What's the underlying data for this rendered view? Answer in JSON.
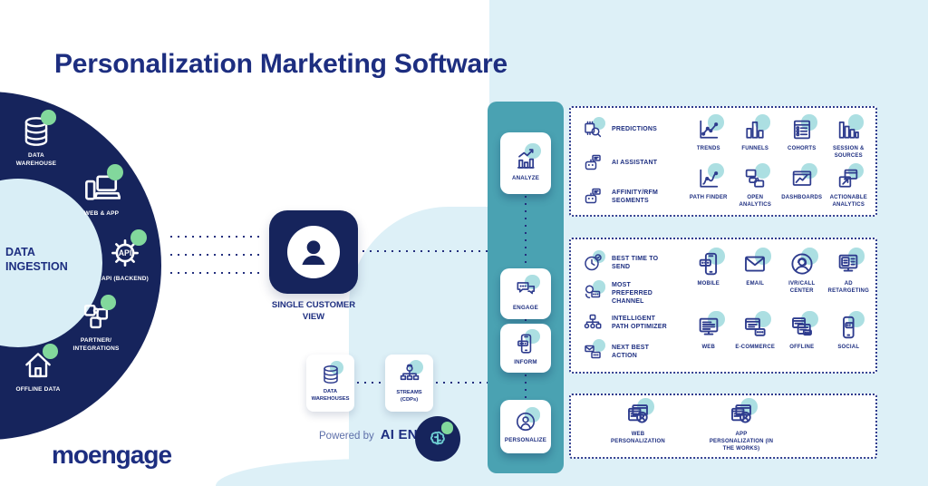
{
  "title": "Personalization Marketing Software",
  "brand": {
    "logo_text": "moengage"
  },
  "colors": {
    "navy": "#16245c",
    "label_navy": "#1d2e80",
    "teal_bar": "#4aa2b2",
    "green_badge": "#82d89c",
    "teal_accent": "#79ccd1",
    "light_blue": "#ddf0f7"
  },
  "ingestion": {
    "title": "DATA\nINGESTION",
    "items": [
      {
        "label": "DATA\nWAREHOUSE",
        "icon": "database-icon"
      },
      {
        "label": "WEB & APP",
        "icon": "devices-icon"
      },
      {
        "label": "API (BACKEND)",
        "icon": "api-gear-icon"
      },
      {
        "label": "PARTNER/\nINTEGRATIONS",
        "icon": "puzzle-icon"
      },
      {
        "label": "OFFLINE DATA",
        "icon": "house-icon"
      }
    ]
  },
  "scv": {
    "label": "SINGLE CUSTOMER\nVIEW",
    "icon": "person-icon"
  },
  "pipeline": {
    "cards": [
      {
        "label": "DATA\nWAREHOUSES",
        "icon": "database-icon"
      },
      {
        "label": "STREAMS\n(CDPs)",
        "icon": "streams-icon"
      }
    ],
    "powered_by": "Powered by",
    "engine": "AI ENGINE",
    "engine_icon": "brain-icon"
  },
  "stages": [
    {
      "label": "ANALYZE",
      "icon": "growth-chart-icon"
    },
    {
      "label": "ENGAGE",
      "icon": "chat-bubbles-icon"
    },
    {
      "label": "INFORM",
      "icon": "phone-notification-icon"
    },
    {
      "label": "PERSONALIZE",
      "icon": "person-circle-icon"
    }
  ],
  "analyze_panel": {
    "features": [
      {
        "label": "PREDICTIONS",
        "icon": "chip-search-icon"
      },
      {
        "label": "AI ASSISTANT",
        "icon": "robot-icon"
      },
      {
        "label": "AFFINITY/RFM\nSEGMENTS",
        "icon": "robot-icon"
      }
    ],
    "tools": [
      {
        "label": "TRENDS",
        "icon": "trends-icon"
      },
      {
        "label": "FUNNELS",
        "icon": "funnels-icon"
      },
      {
        "label": "COHORTS",
        "icon": "cohorts-icon"
      },
      {
        "label": "SESSION &\nSOURCES",
        "icon": "session-bars-icon"
      },
      {
        "label": "PATH FINDER",
        "icon": "path-finder-icon"
      },
      {
        "label": "OPEN\nANALYTICS",
        "icon": "open-analytics-icon"
      },
      {
        "label": "DASHBOARDS",
        "icon": "dashboard-icon"
      },
      {
        "label": "ACTIONABLE\nANALYTICS",
        "icon": "actionable-analytics-icon"
      }
    ]
  },
  "engage_panel": {
    "features": [
      {
        "label": "BEST TIME TO\nSEND",
        "icon": "clock-icon"
      },
      {
        "label": "MOST\nPREFERRED\nCHANNEL",
        "icon": "channels-icon"
      },
      {
        "label": "INTELLIGENT\nPATH OPTIMIZER",
        "icon": "flow-tree-icon"
      },
      {
        "label": "NEXT BEST\nACTION",
        "icon": "messages-icon"
      }
    ],
    "channels": [
      {
        "label": "MOBILE",
        "icon": "mobile-icon"
      },
      {
        "label": "EMAIL",
        "icon": "email-icon"
      },
      {
        "label": "IVR/CALL\nCENTER",
        "icon": "call-agent-icon"
      },
      {
        "label": "AD RETARGETING",
        "icon": "ad-monitor-icon"
      },
      {
        "label": "WEB",
        "icon": "web-monitor-icon"
      },
      {
        "label": "E-COMMERCE",
        "icon": "ecommerce-icon"
      },
      {
        "label": "OFFLINE",
        "icon": "offline-windows-icon"
      },
      {
        "label": "SOCIAL",
        "icon": "social-phone-icon"
      }
    ]
  },
  "personalize_panel": {
    "items": [
      {
        "label": "WEB\nPERSONALIZATION",
        "icon": "web-personalization-icon"
      },
      {
        "label": "APP\nPERSONALIZATION (IN\nTHE WORKS)",
        "icon": "app-personalization-icon"
      }
    ]
  }
}
